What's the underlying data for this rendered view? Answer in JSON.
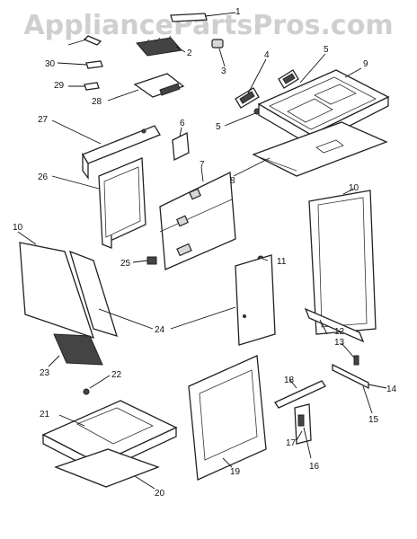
{
  "watermark": "AppliancePartsPros.com",
  "callouts": [
    "1",
    "2",
    "3",
    "4",
    "5",
    "5",
    "6",
    "7",
    "8",
    "9",
    "10",
    "10",
    "11",
    "12",
    "13",
    "14",
    "15",
    "16",
    "17",
    "18",
    "19",
    "20",
    "21",
    "22",
    "23",
    "24",
    "25",
    "26",
    "27",
    "28",
    "29",
    "30"
  ]
}
